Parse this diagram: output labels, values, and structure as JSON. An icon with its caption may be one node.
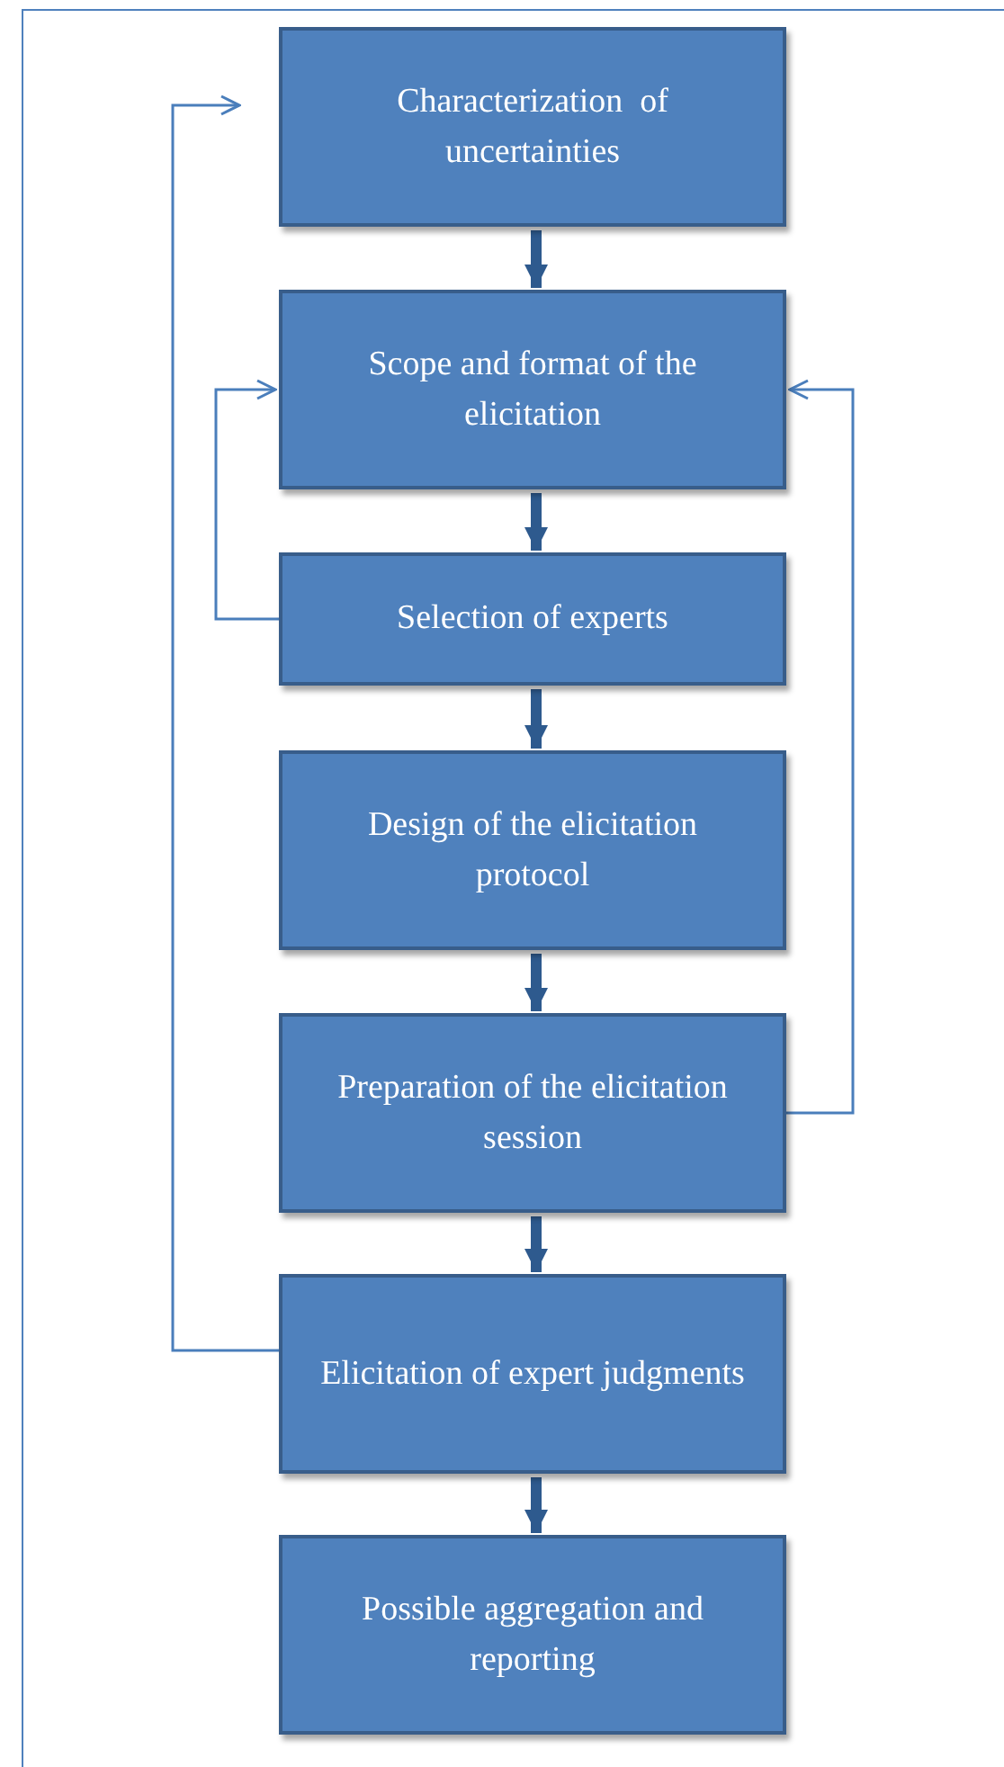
{
  "diagram": {
    "nodes": [
      {
        "text": [
          "Characterization  of uncertainties"
        ]
      },
      {
        "text": [
          "Scope and format of the elicitation"
        ]
      },
      {
        "text": [
          "Selection of experts"
        ]
      },
      {
        "text": [
          "Design of the elicitation protocol"
        ]
      },
      {
        "text": [
          "Preparation of the elicitation session"
        ]
      },
      {
        "text": [
          "Elicitation of expert judgments"
        ]
      },
      {
        "text": [
          "Possible aggregation and reporting"
        ]
      }
    ],
    "edges": [
      {
        "from": 0,
        "to": 1,
        "arrow": "to"
      },
      {
        "from": 1,
        "to": 2,
        "arrow": "to"
      },
      {
        "from": 2,
        "to": 3,
        "arrow": "to"
      },
      {
        "from": 3,
        "to": 4,
        "arrow": "to"
      },
      {
        "from": 4,
        "to": 5,
        "arrow": "to"
      },
      {
        "from": 5,
        "to": 6,
        "arrow": "to"
      },
      {
        "from": 2,
        "to": 1,
        "arrow": "to",
        "color": "#4a7ebb"
      },
      {
        "from": 4,
        "to": 1,
        "arrow": "to",
        "color": "#4a7ebb"
      },
      {
        "from": 5,
        "to": 0,
        "arrow": "to",
        "color": "#4a7ebb"
      }
    ]
  }
}
